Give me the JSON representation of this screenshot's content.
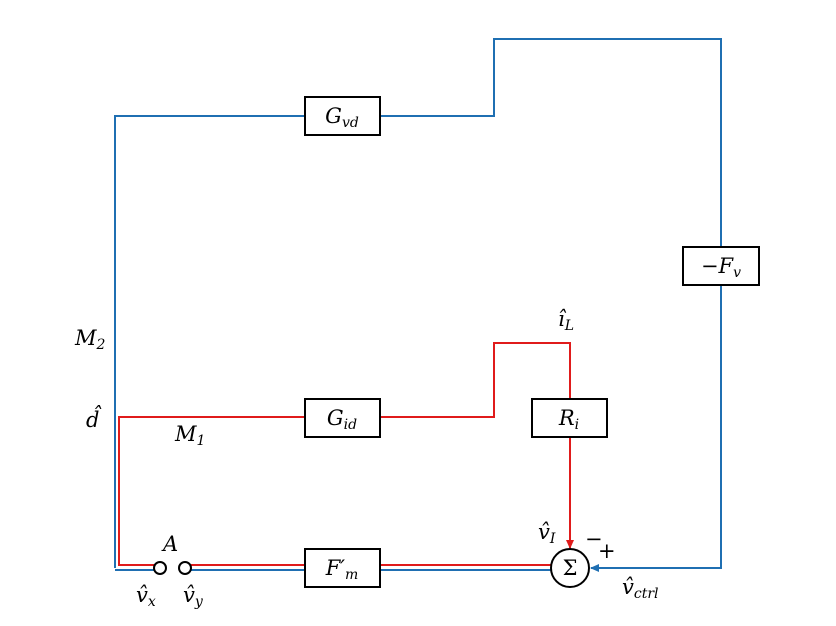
{
  "blocks": {
    "gvd": {
      "main": "G",
      "sub": "vd"
    },
    "gid": {
      "main": "G",
      "sub": "id"
    },
    "fm": {
      "main": "F′",
      "sub": "m"
    },
    "ri": {
      "main": "R",
      "sub": "i"
    },
    "fv": {
      "main": "−F",
      "sub": "v"
    }
  },
  "summer": {
    "symbol": "Σ",
    "minus": "−",
    "plus": "+"
  },
  "labels": {
    "m2": {
      "main": "M",
      "sub": "2"
    },
    "m1": {
      "main": "M",
      "sub": "1"
    },
    "d_hat": "d̂",
    "i_l": {
      "main": "î",
      "sub": "L"
    },
    "v_i": {
      "main": "v̂",
      "sub": "I"
    },
    "v_ctrl": {
      "main": "v̂",
      "sub": "ctrl"
    },
    "a": "A",
    "v_x": {
      "main": "v̂",
      "sub": "x"
    },
    "v_y": {
      "main": "v̂",
      "sub": "y"
    }
  },
  "colors": {
    "outer_loop": "#1f6fb2",
    "inner_loop": "#e01b1b"
  }
}
